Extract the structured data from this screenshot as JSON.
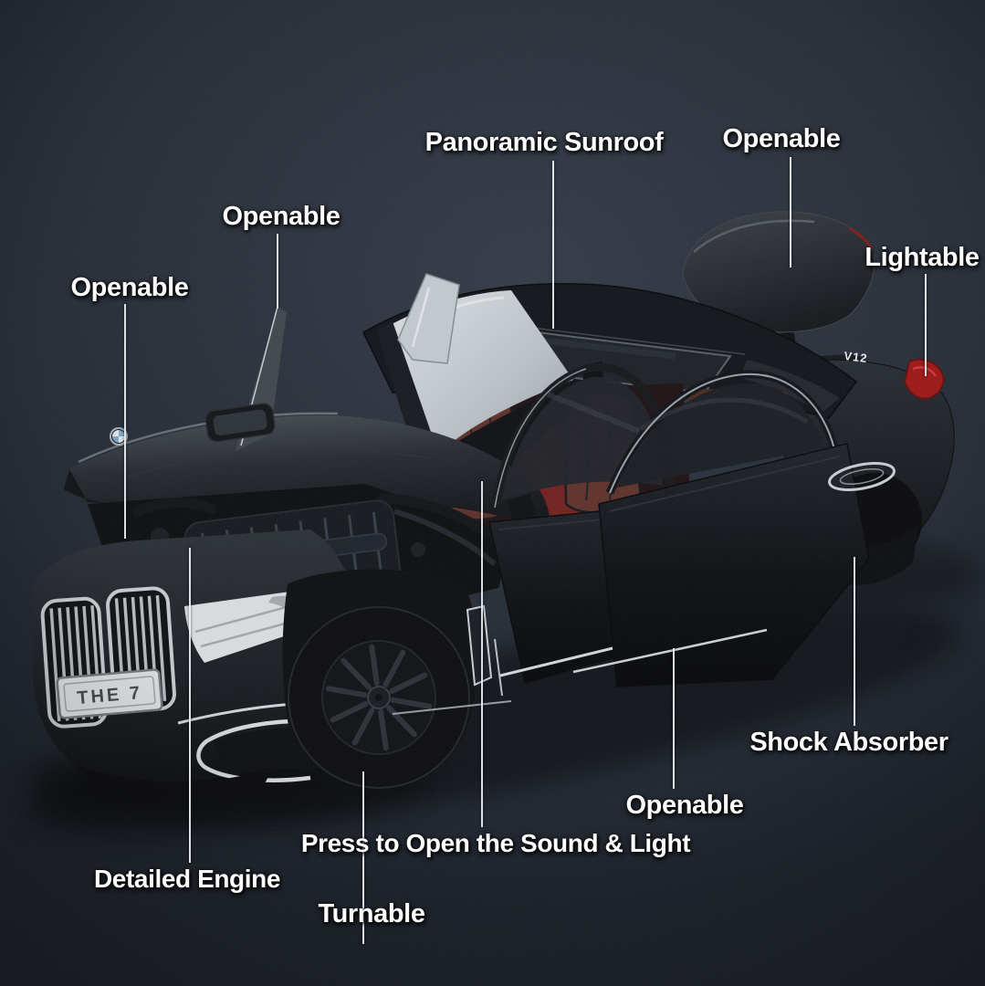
{
  "meta": {
    "description": "Annotated product photo of a black die-cast model sedan (7 Series style) shown with hood, doors and trunk open, feature callouts pointing to parts",
    "background_color": "#272d38",
    "label_text_color": "#fdfdfd",
    "leader_line_color": "#edf1f5"
  },
  "labels": {
    "panoramic_sunroof": "Panoramic Sunroof",
    "trunk_openable": "Openable",
    "front_window_openable": "Openable",
    "hood_openable": "Openable",
    "lightable": "Lightable",
    "shock_absorber": "Shock Absorber",
    "rear_door_openable": "Openable",
    "press_sound_light": "Press to Open the Sound & Light",
    "detailed_engine": "Detailed Engine",
    "turnable": "Turnable"
  },
  "car": {
    "license_plate": "THE 7",
    "rear_badge": "V12"
  }
}
